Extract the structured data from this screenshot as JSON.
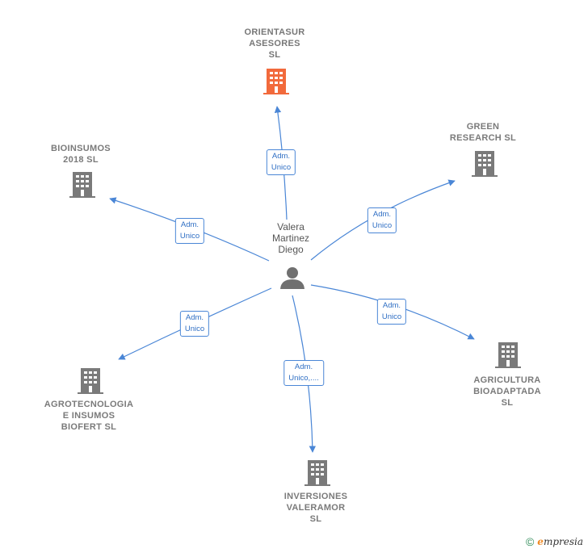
{
  "center": {
    "label": "Valera\nMartinez\nDiego",
    "icon": "person-icon"
  },
  "nodes": [
    {
      "id": "orientasur",
      "label": "ORIENTASUR\nASESORES\nSL",
      "icon": "building-icon",
      "color": "#f26a3c"
    },
    {
      "id": "green",
      "label": "GREEN\nRESEARCH  SL",
      "icon": "building-icon",
      "color": "#7a7a7a"
    },
    {
      "id": "bioinsumos",
      "label": "BIOINSUMOS\n2018  SL",
      "icon": "building-icon",
      "color": "#7a7a7a"
    },
    {
      "id": "agricultura",
      "label": "AGRICULTURA\nBIOADAPTADA\nSL",
      "icon": "building-icon",
      "color": "#7a7a7a"
    },
    {
      "id": "agrotecnologia",
      "label": "AGROTECNOLOGIA\nE INSUMOS\nBIOFERT  SL",
      "icon": "building-icon",
      "color": "#7a7a7a"
    },
    {
      "id": "inversiones",
      "label": "INVERSIONES\nVALERAMOR\nSL",
      "icon": "building-icon",
      "color": "#7a7a7a"
    }
  ],
  "edges": [
    {
      "to": "orientasur",
      "label": "Adm.\nUnico"
    },
    {
      "to": "green",
      "label": "Adm.\nUnico"
    },
    {
      "to": "bioinsumos",
      "label": "Adm.\nUnico"
    },
    {
      "to": "agricultura",
      "label": "Adm.\nUnico"
    },
    {
      "to": "agrotecnologia",
      "label": "Adm.\nUnico"
    },
    {
      "to": "inversiones",
      "label": "Adm.\nUnico,...."
    }
  ],
  "colors": {
    "edge": "#4a86d6",
    "building": "#7a7a7a",
    "highlight": "#f26a3c",
    "person": "#707070"
  },
  "footer": {
    "copyright": "©",
    "brand_initial": "e",
    "brand_rest": "mpresia"
  }
}
